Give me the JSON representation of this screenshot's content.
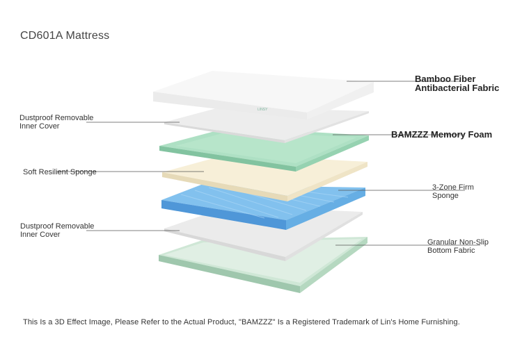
{
  "title": "CD601A Mattress",
  "brand_mark": "LINSY",
  "labels": {
    "bamboo": [
      "Bamboo Fiber",
      "Antibacterial Fabric"
    ],
    "inner_cover_top": [
      "Dustproof Removable",
      "Inner Cover"
    ],
    "memory_foam": [
      "BAMZZZ Memory Foam"
    ],
    "soft_sponge": [
      "Soft Resilient Sponge"
    ],
    "firm_sponge": [
      "3-Zone Firm",
      "Sponge"
    ],
    "inner_cover_bottom": [
      "Dustproof Removable",
      "Inner Cover"
    ],
    "non_slip": [
      "Granular Non-Slip",
      "Bottom Fabric"
    ]
  },
  "footer": "This Is a 3D Effect Image, Please Refer to the Actual Product, \"BAMZZZ\" Is a Registered Trademark of Lin's Home Furnishing.",
  "colors": {
    "cover_top": "#f6f6f6",
    "inner_cover": "#eeeeee",
    "memory_foam": "#a9dcc0",
    "soft_sponge": "#f4ecd2",
    "firm_sponge": "#79b9ea",
    "non_slip": "#c7e2cf",
    "leader_line": "#555555"
  }
}
